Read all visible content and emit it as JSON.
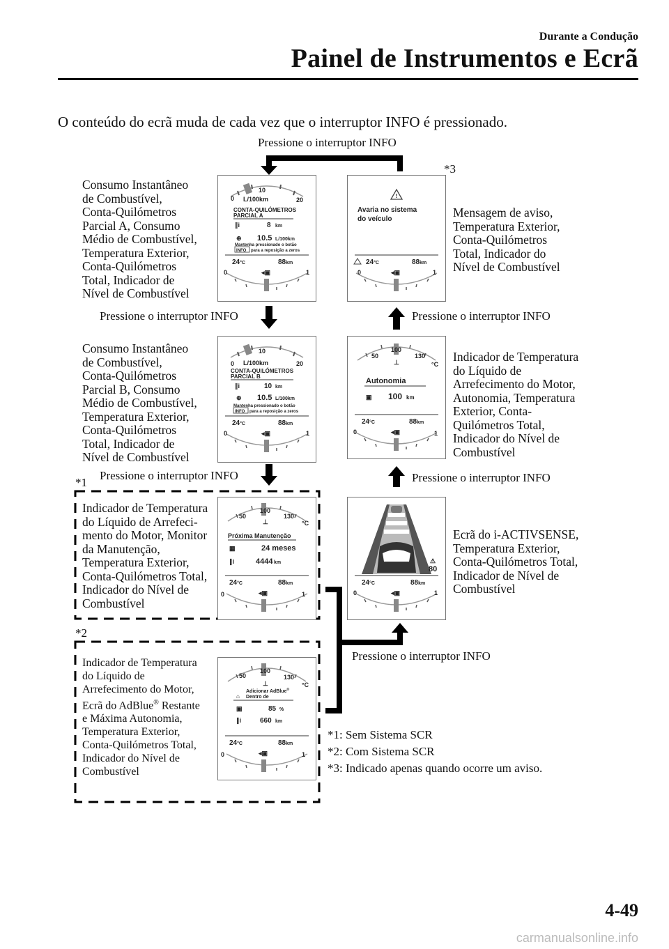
{
  "header": {
    "section": "Durante a Condução",
    "title": "Painel de Instrumentos e Ecrã"
  },
  "intro": "O conteúdo do ecrã muda de cada vez que o interruptor INFO é pressionado.",
  "press_label": "Pressione o interruptor INFO",
  "labels": {
    "fuel_a": [
      "Consumo Instantâneo",
      "de Combustível,",
      "Conta-Quilómetros",
      "Parcial A, Consumo",
      "Médio de Combustível,",
      "Temperatura Exterior,",
      "Conta-Quilómetros",
      "Total, Indicador de",
      "Nível de Combustível"
    ],
    "fuel_b": [
      "Consumo Instantâneo",
      "de Combustível,",
      "Conta-Quilómetros",
      "Parcial B, Consumo",
      "Médio de Combustível,",
      "Temperatura Exterior,",
      "Conta-Quilómetros",
      "Total, Indicador de",
      "Nível de Combustível"
    ],
    "warning": [
      "Mensagem de aviso,",
      "Temperatura Exterior,",
      "Conta-Quilómetros",
      "Total, Indicador do",
      "Nível de Combustível"
    ],
    "range": [
      "Indicador de Temperatura",
      "do Líquido de",
      "Arrefecimento do Motor,",
      "Autonomia, Temperatura",
      "Exterior, Conta-",
      "Quilómetros Total,",
      "Indicador do Nível de",
      "Combustível"
    ],
    "maint": [
      "Indicador de Temperatura",
      "do Líquido de Arrefeci-",
      "mento do Motor, Monitor",
      "da Manutenção,",
      "Temperatura Exterior,",
      "Conta-Quilómetros Total,",
      "Indicador do Nível de",
      "Combustível"
    ],
    "activsense": [
      "Ecrã do i-ACTIVSENSE,",
      "Temperatura Exterior,",
      "Conta-Quilómetros Total,",
      "Indicador de Nível de",
      "Combustível"
    ],
    "adblue_1": "Indicador de Temperatura",
    "adblue_2": "do Líquido de",
    "adblue_3": "Arrefecimento do Motor,",
    "adblue_4a": "Ecrã do AdBlue",
    "adblue_reg": "®",
    "adblue_4b": " Restante",
    "adblue_5": "e Máxima Autonomia,",
    "adblue_6": "Temperatura Exterior,",
    "adblue_7": "Conta-Quilómetros Total,",
    "adblue_8": "Indicador do Nível de",
    "adblue_9": "Combustível"
  },
  "stars": {
    "s1": "*1",
    "s2": "*2",
    "s3": "*3"
  },
  "notes": [
    "*1: Sem Sistema SCR",
    "*2: Com Sistema SCR",
    "*3: Indicado apenas quando ocorre um aviso."
  ],
  "screens": {
    "common": {
      "outside_temp": "24",
      "temp_unit": "°C",
      "odo": "88",
      "odo_unit": "km",
      "fuel_min": "0",
      "fuel_max": "1"
    },
    "fuel_a": {
      "scale_0": "0",
      "scale_10": "10",
      "scale_20": "20",
      "unit": "L/100km",
      "title_1": "CONTA-QUILÓMETROS",
      "title_2": "PARCIAL A",
      "trip": "8",
      "trip_unit": "km",
      "avg": "10.5",
      "avg_unit": "L/100km",
      "hint_1": "Mantenha pressionado o botão",
      "hint_btn": "INFO",
      "hint_2": "para a reposição a zeros"
    },
    "fuel_b": {
      "scale_0": "0",
      "scale_10": "10",
      "scale_20": "20",
      "unit": "L/100km",
      "title_1": "CONTA-QUILÓMETROS",
      "title_2": "PARCIAL B",
      "trip": "10",
      "trip_unit": "km",
      "avg": "10.5",
      "avg_unit": "L/100km",
      "hint_1": "Mantenha pressionado o botão",
      "hint_btn": "INFO",
      "hint_2": "para a reposição a zeros"
    },
    "warning": {
      "msg_1": "Avaria no sistema",
      "msg_2": "do veículo"
    },
    "range": {
      "t50": "50",
      "t100": "100",
      "t130": "130",
      "unit": "°C",
      "title": "Autonomia",
      "value": "100",
      "value_unit": "km"
    },
    "maint": {
      "t50": "50",
      "t100": "100",
      "t130": "130",
      "unit": "°C",
      "title": "Próxima Manutenção",
      "months": "24 meses",
      "km": "4444",
      "km_unit": "km"
    },
    "activsense": {
      "speed": "80"
    },
    "adblue": {
      "t50": "50",
      "t100": "100",
      "t130": "130",
      "unit": "°C",
      "title_1": "Adicionar AdBlue",
      "title_reg": "®",
      "title_2": "Dentro de",
      "pct": "85",
      "pct_unit": "%",
      "km": "660",
      "km_unit": "km"
    }
  },
  "page_number": "4-49",
  "footer": "carmanualsonline.info"
}
